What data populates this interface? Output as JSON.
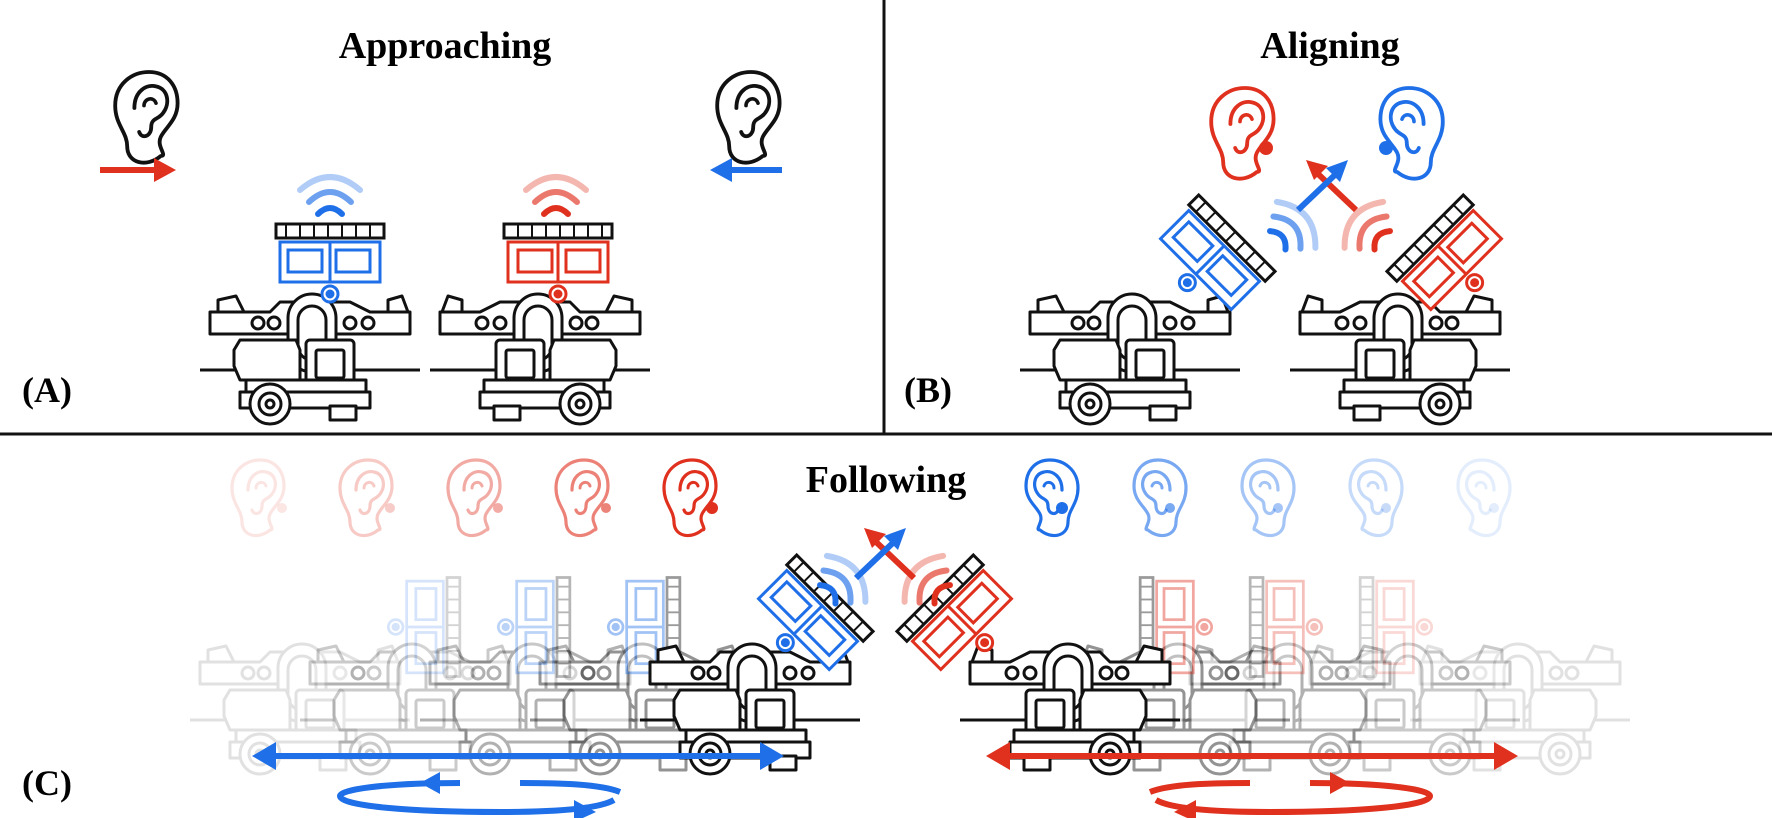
{
  "colors": {
    "red": "#e0301e",
    "blue": "#1f6fe8",
    "ink": "#111111"
  },
  "panels": [
    {
      "id": "A",
      "title": "Approaching",
      "label": "(A)"
    },
    {
      "id": "B",
      "title": "Aligning",
      "label": "(B)"
    },
    {
      "id": "C",
      "title": "Following",
      "label": "(C)"
    }
  ],
  "icons": [
    "ear-icon",
    "wave-icon",
    "arrow-icon",
    "robot-icon",
    "rotation-loop-icon"
  ]
}
